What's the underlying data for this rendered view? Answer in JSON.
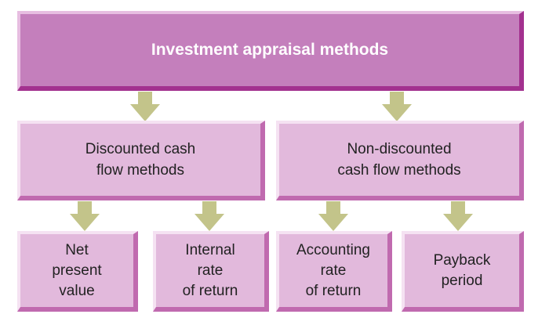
{
  "root": {
    "label": "Investment appraisal methods"
  },
  "groups": [
    {
      "label": "Discounted cash\nflow methods",
      "children": [
        {
          "label": "Net\npresent\nvalue"
        },
        {
          "label": "Internal\nrate\nof return"
        }
      ]
    },
    {
      "label": "Non-discounted\ncash flow methods",
      "children": [
        {
          "label": "Accounting\nrate\nof return"
        },
        {
          "label": "Payback\nperiod"
        }
      ]
    }
  ],
  "colors": {
    "root_fill": "#c47fbc",
    "node_fill": "#e2b9dc",
    "arrow": "#c3c48a"
  }
}
